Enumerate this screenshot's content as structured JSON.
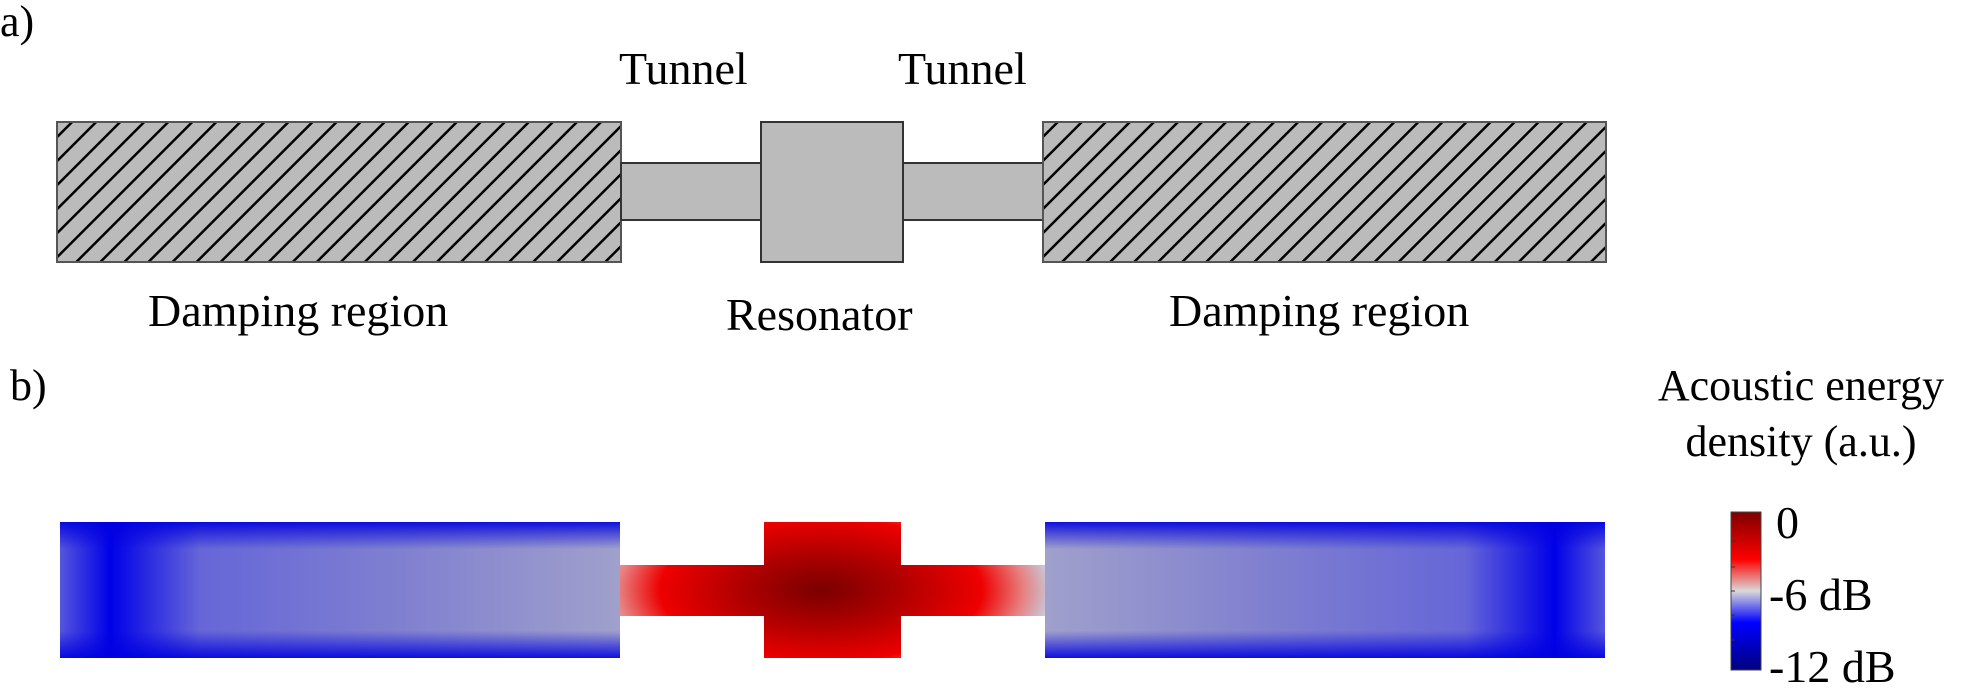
{
  "panel_a": {
    "label": "a)",
    "labels": {
      "tunnel_left": "Tunnel",
      "tunnel_right": "Tunnel",
      "damping_left": "Damping region",
      "resonator": "Resonator",
      "damping_right": "Damping region"
    },
    "colors": {
      "fill": "#bbbbbb",
      "stroke": "#333333",
      "hatch": "#000000"
    }
  },
  "panel_b": {
    "label": "b)",
    "colorbar": {
      "title_line1": "Acoustic energy",
      "title_line2": "density (a.u.)",
      "ticks": [
        "0",
        "-6 dB",
        "-12 dB"
      ],
      "colors": [
        "#7f0000",
        "#ff0000",
        "#d9d9d9",
        "#0000ff",
        "#00007f"
      ]
    }
  }
}
